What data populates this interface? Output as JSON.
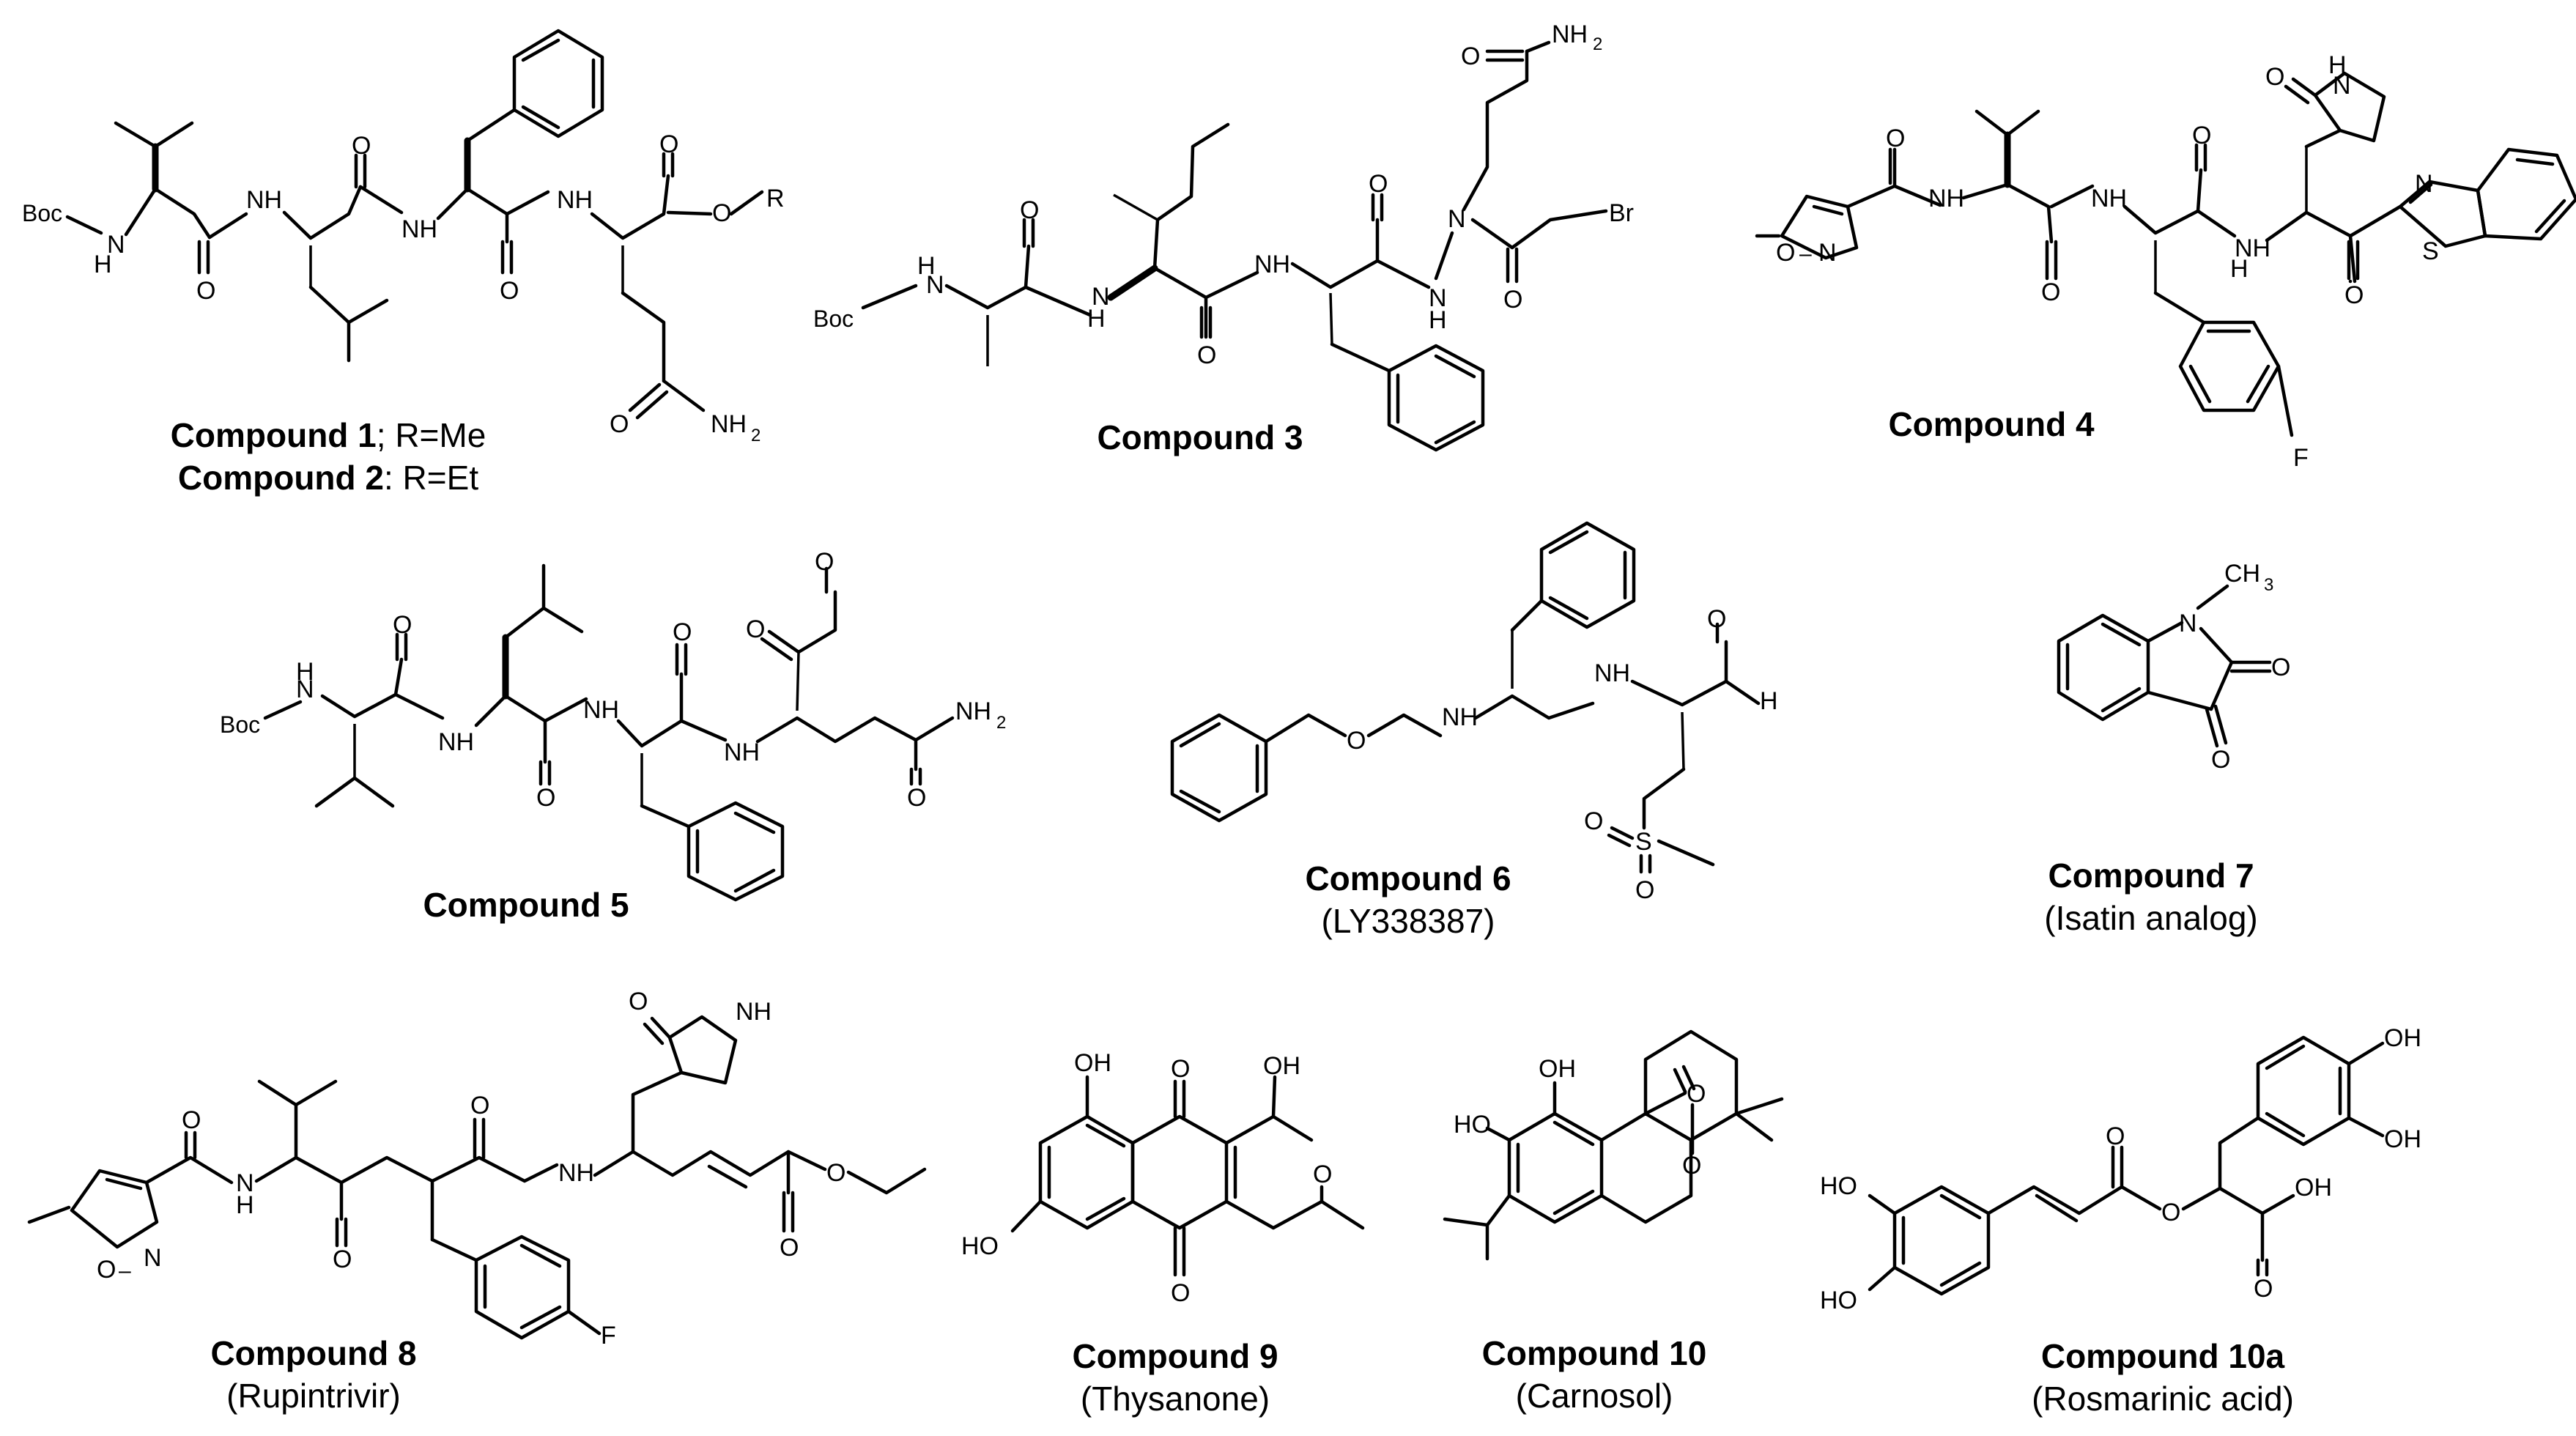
{
  "figure": {
    "label_prefix": "Compound",
    "compounds": [
      {
        "id": "c1",
        "number": "1",
        "note": "R=Me",
        "separator": ";"
      },
      {
        "id": "c2",
        "number": "2",
        "note": "R=Et",
        "separator": ":"
      },
      {
        "id": "c3",
        "number": "3"
      },
      {
        "id": "c4",
        "number": "4"
      },
      {
        "id": "c5",
        "number": "5"
      },
      {
        "id": "c6",
        "number": "6",
        "common_name": "(LY338387)"
      },
      {
        "id": "c7",
        "number": "7",
        "common_name": "(Isatin analog)"
      },
      {
        "id": "c8",
        "number": "8",
        "common_name": "(Rupintrivir)"
      },
      {
        "id": "c9",
        "number": "9",
        "common_name": "(Thysanone)"
      },
      {
        "id": "c10",
        "number": "10",
        "common_name": "(Carnosol)"
      },
      {
        "id": "c10a",
        "number": "10a",
        "common_name": "(Rosmarinic acid)"
      }
    ]
  },
  "atoms": {
    "boc": "Boc",
    "nh": "NH",
    "h": "H",
    "o": "O",
    "n": "N",
    "s": "S",
    "f": "F",
    "br": "Br",
    "r": "R",
    "nh2": "NH",
    "sub2": "2",
    "ch3": "CH",
    "sub3": "3",
    "oh": "OH",
    "ho": "HO"
  }
}
